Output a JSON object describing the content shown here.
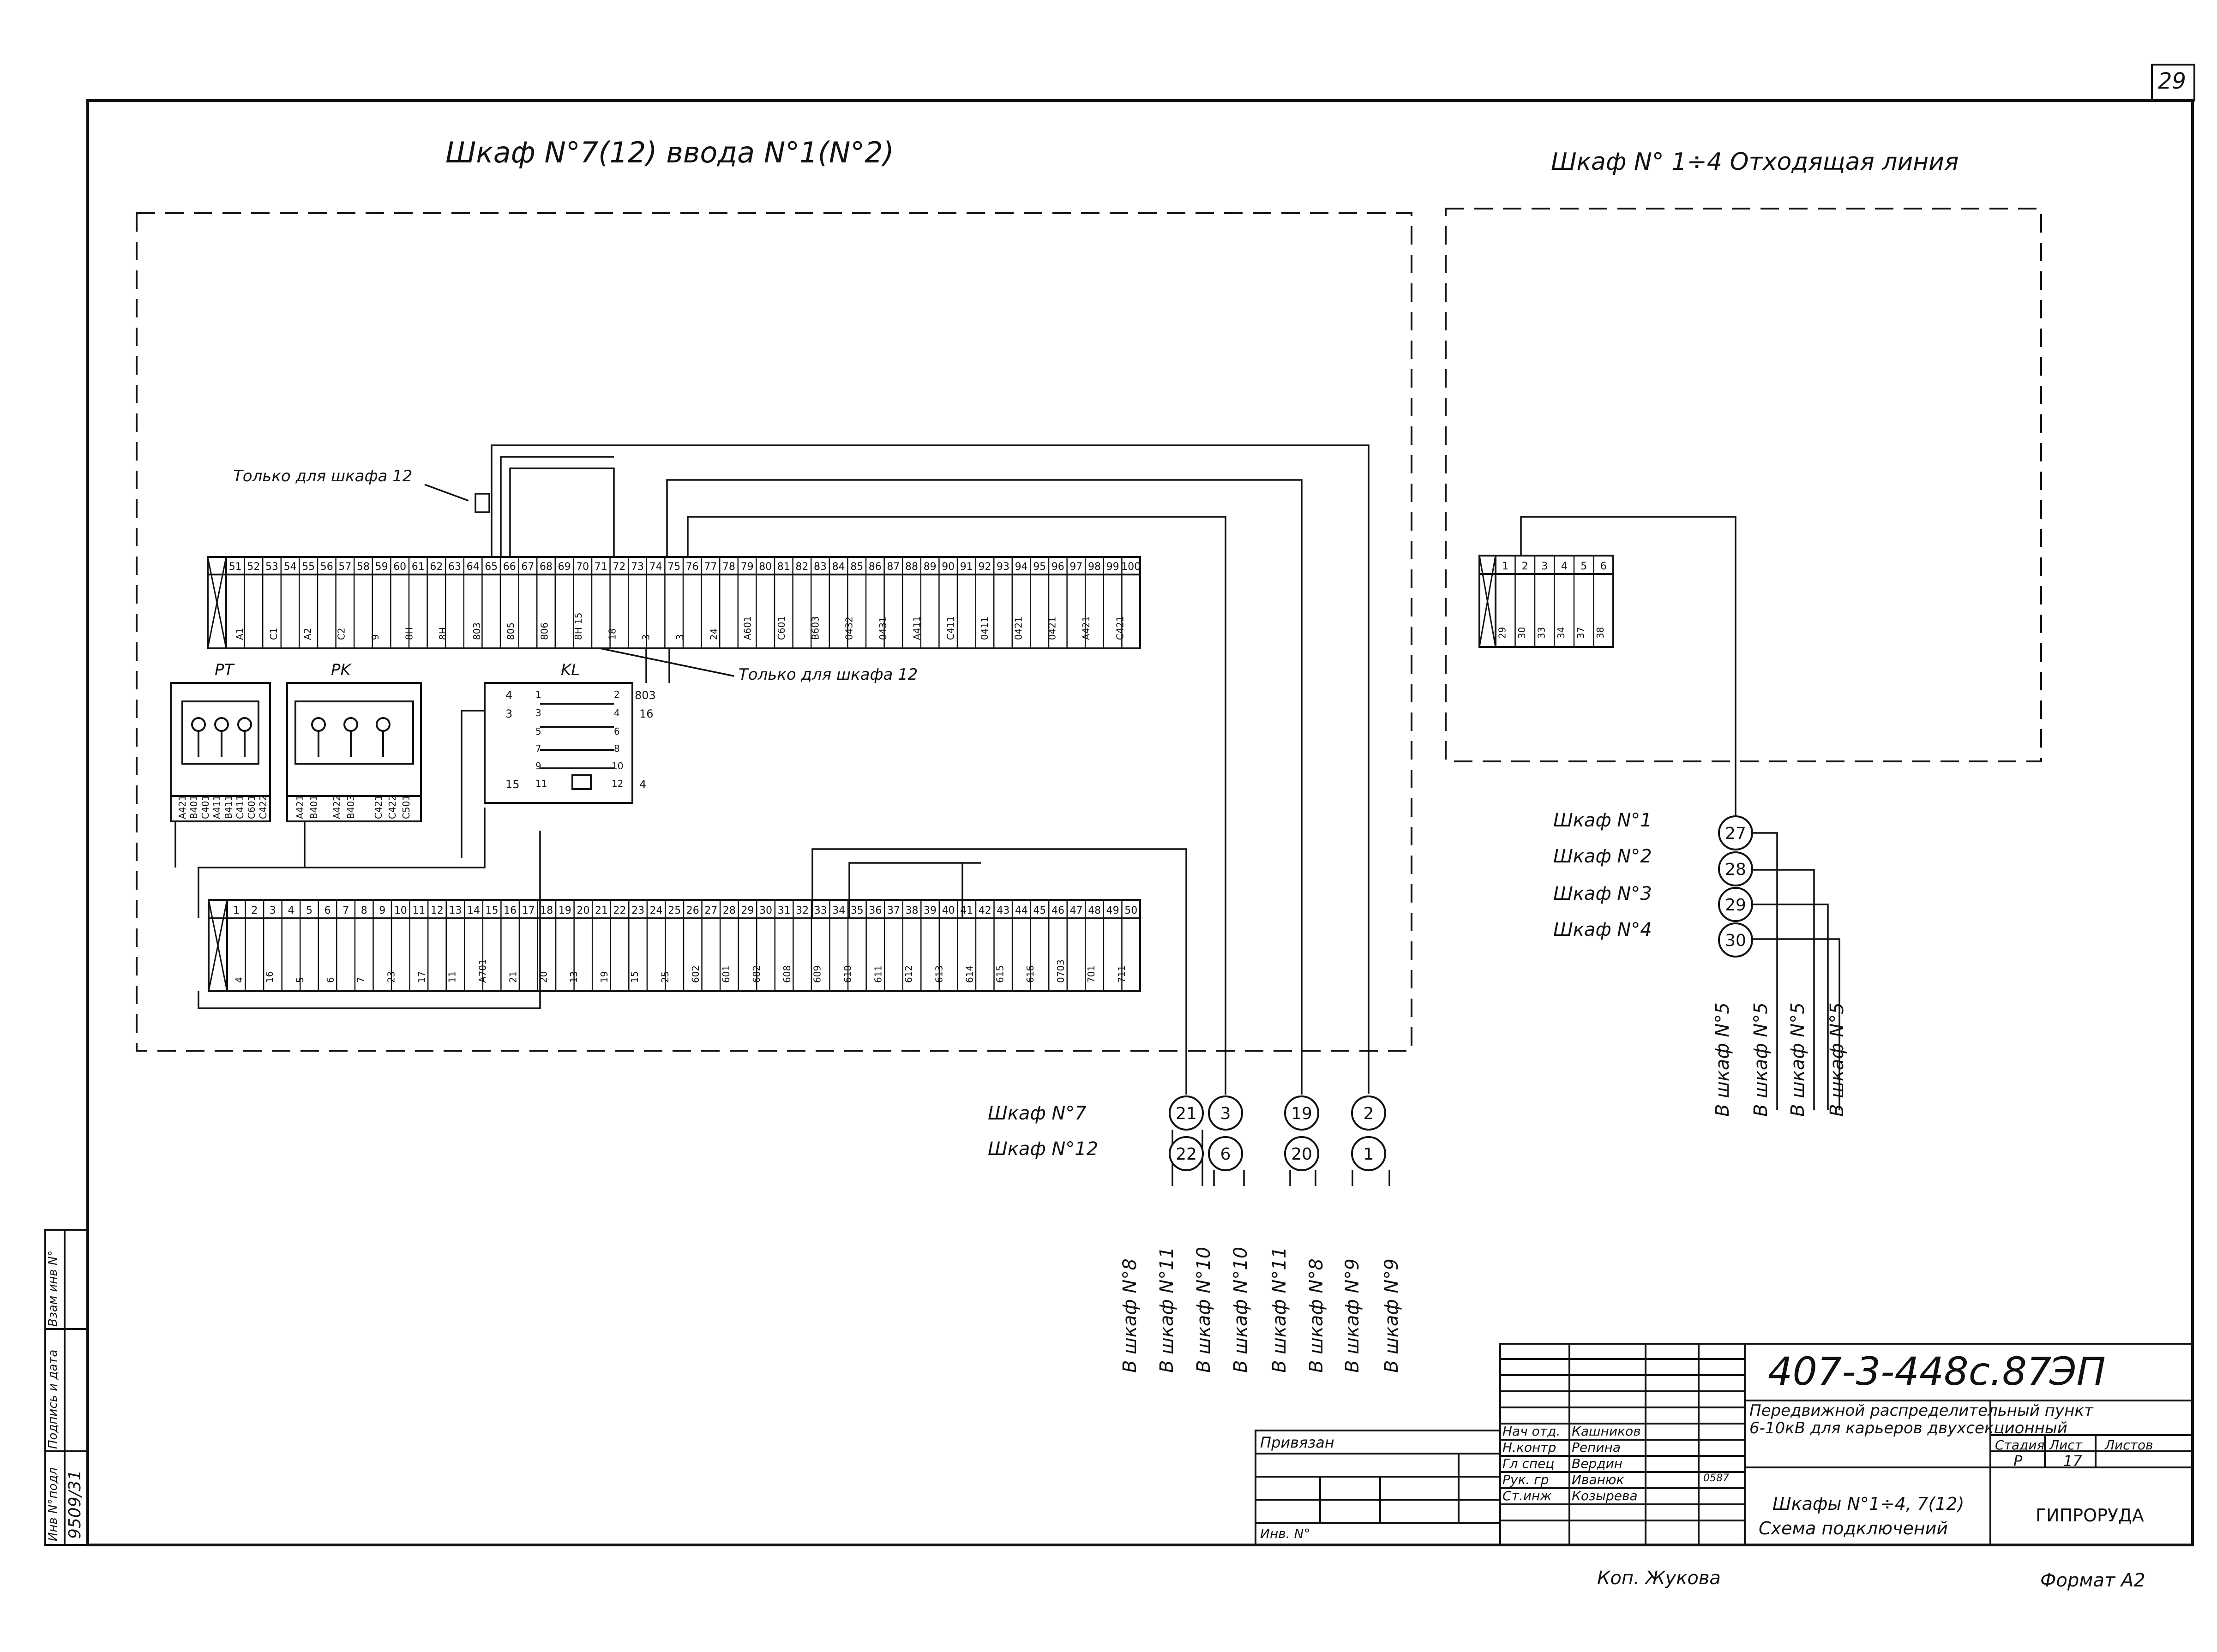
{
  "page_number": "29",
  "titles": {
    "cabinet_input": "Шкаф N°7(12) ввода N°1(N°2)",
    "cabinet_outgoing": "Шкаф N° 1÷4 Отходящая линия"
  },
  "notes": {
    "only_12_a": "Только для шкафа 12",
    "only_12_b": "Только для шкафа 12"
  },
  "devices": {
    "pt": "PT",
    "pk": "PK",
    "kl": "KL"
  },
  "top_strip": {
    "numbers": [
      "51",
      "52",
      "53",
      "54",
      "55",
      "56",
      "57",
      "58",
      "59",
      "60",
      "61",
      "62",
      "63",
      "64",
      "65",
      "66",
      "67",
      "68",
      "69",
      "70",
      "71",
      "72",
      "73",
      "74",
      "75",
      "76",
      "77",
      "78",
      "79",
      "80",
      "81",
      "82",
      "83",
      "84",
      "85",
      "86",
      "87",
      "88",
      "89",
      "90",
      "91",
      "92",
      "93",
      "94",
      "95",
      "96",
      "97",
      "98",
      "99",
      "100"
    ],
    "wires": [
      "A1",
      "C1",
      "A2",
      "C2",
      "9",
      "8Н",
      "8Н",
      "803",
      "805",
      "806",
      "8Н 15",
      "18",
      "3",
      "3",
      "24",
      "A601",
      "C601",
      "B603",
      "0432",
      "0431",
      "A411",
      "C411",
      "0411",
      "0421",
      "0421",
      "A421",
      "C421"
    ]
  },
  "bottom_strip": {
    "numbers": [
      "1",
      "2",
      "3",
      "4",
      "5",
      "6",
      "7",
      "8",
      "9",
      "10",
      "11",
      "12",
      "13",
      "14",
      "15",
      "16",
      "17",
      "18",
      "19",
      "20",
      "21",
      "22",
      "23",
      "24",
      "25",
      "26",
      "27",
      "28",
      "29",
      "30",
      "31",
      "32",
      "33",
      "34",
      "35",
      "36",
      "37",
      "38",
      "39",
      "40",
      "41",
      "42",
      "43",
      "44",
      "45",
      "46",
      "47",
      "48",
      "49",
      "50"
    ],
    "wires": [
      "4",
      "16",
      "5",
      "6",
      "7",
      "23",
      "17",
      "11",
      "A701",
      "21",
      "20",
      "13",
      "19",
      "15",
      "25",
      "602",
      "601",
      "682",
      "608",
      "609",
      "610",
      "611",
      "612",
      "613",
      "614",
      "615",
      "616",
      "0703",
      "701",
      "711"
    ]
  },
  "right_strip": {
    "numbers": [
      "1",
      "2",
      "3",
      "4",
      "5",
      "6"
    ],
    "wires": [
      "29",
      "30",
      "33",
      "34",
      "37",
      "38"
    ]
  },
  "kl_contacts": {
    "left_terminals": [
      "4",
      "3",
      "15"
    ],
    "right_terminals": [
      "803",
      "16",
      "4"
    ],
    "pins_left": [
      "1",
      "3",
      "5",
      "7",
      "9",
      "11"
    ],
    "pins_right": [
      "2",
      "4",
      "6",
      "8",
      "10",
      "12"
    ]
  },
  "pt_wires": [
    "A421",
    "B401",
    "C401",
    "A411",
    "B411",
    "C411",
    "C601",
    "C422"
  ],
  "pk_wires": [
    "A421",
    "B401",
    "A422",
    "B403",
    "C421",
    "C422",
    "C501"
  ],
  "outgoing_cabinets": {
    "labels": [
      "Шкаф N°1",
      "Шкаф N°2",
      "Шкаф N°3",
      "Шкаф N°4"
    ],
    "circles": [
      "27",
      "28",
      "29",
      "30"
    ],
    "destinations": [
      "В шкаф N°5",
      "В шкаф N°5",
      "В шкаф N°5",
      "В шкаф N°5"
    ]
  },
  "input_cabinets": {
    "labels": [
      "Шкаф N°7",
      "Шкаф N°12"
    ],
    "circles_top": [
      "21",
      "3",
      "19",
      "2"
    ],
    "circles_bottom": [
      "22",
      "6",
      "20",
      "1"
    ],
    "destinations": [
      "В шкаф N°8",
      "В шкаф N°11",
      "В шкаф N°10",
      "В шкаф N°10",
      "В шкаф N°11",
      "В шкаф N°8",
      "В шкаф N°9",
      "В шкаф N°9"
    ]
  },
  "side_stamp": {
    "labels": [
      "Инв N°подл",
      "Подпись и дата",
      "Взам инв N°"
    ],
    "inv_value": "9509/31"
  },
  "title_block": {
    "doc_code": "407-3-448с.87",
    "doc_suffix": "ЭП",
    "project_line1": "Передвижной распределительный пункт",
    "project_line2": "6-10кВ для карьеров двухсекционный",
    "sheet_title_1": "Шкафы N°1÷4, 7(12)",
    "sheet_title_2": "Схема подключений",
    "org": "ГИПРОРУДА",
    "privyazan": "Привязан",
    "inv_no": "Инв. N°",
    "roles": [
      "Нач отд.",
      "Н.контр",
      "Гл спец",
      "Рук. гр",
      "Ст.инж"
    ],
    "names": [
      "Кашников",
      "Репина",
      "Вердин",
      "Иванюк",
      "Козырева"
    ],
    "stage_header": "Стадия",
    "sheet_header": "Лист",
    "sheets_header": "Листов",
    "stage": "Р",
    "sheet": "17",
    "date": "0587"
  },
  "footer": {
    "copied": "Коп. Жукова",
    "format": "Формат А2"
  }
}
